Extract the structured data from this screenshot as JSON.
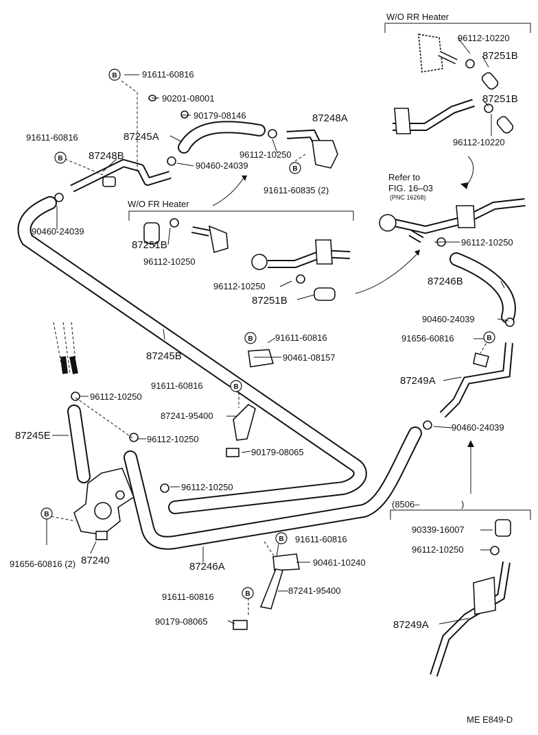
{
  "sections": {
    "wo_rr_heater": "W/O RR Heater",
    "wo_fr_heater": "W/O FR Heater",
    "refer_line1": "Refer to",
    "refer_line2": "FIG. 16–03",
    "refer_line3": "(PNC 16268)",
    "range_open": "(8506–",
    "range_close": ")"
  },
  "bolt_symbol": "B",
  "labels": {
    "l01": "91611-60816",
    "l02": "90201-08001",
    "l03": "90179-08146",
    "l04": "87245A",
    "l05": "87248A",
    "l06": "96112-10250",
    "l07": "90460-24039",
    "l08": "91611-60835 (2)",
    "l09": "91611-60816",
    "l10": "87248B",
    "l11": "90460-24039",
    "l12": "96112-10220",
    "l13": "87251B",
    "l14": "87251B",
    "l15": "96112-10220",
    "l16": "87251B",
    "l17": "96112-10250",
    "l18": "96112-10250",
    "l19": "87251B",
    "l20": "96112-10250",
    "l21": "87246B",
    "l22": "90460-24039",
    "l23": "91656-60816",
    "l24": "87249A",
    "l25": "90460-24039",
    "l26": "87245B",
    "l27": "91611-60816",
    "l28": "90461-08157",
    "l29": "91611-60816",
    "l30": "87241-95400",
    "l31": "90179-08065",
    "l32": "96112-10250",
    "l33": "96112-10250",
    "l34": "87245E",
    "l35": "96112-10250",
    "l36": "91656-60816 (2)",
    "l37": "87240",
    "l38": "87246A",
    "l39": "91611-60816",
    "l40": "90461-10240",
    "l41": "91611-60816",
    "l42": "87241-95400",
    "l43": "90179-08065",
    "l44": "90339-16007",
    "l45": "96112-10250",
    "l46": "87249A"
  },
  "drawing_code": "ME E849-D"
}
